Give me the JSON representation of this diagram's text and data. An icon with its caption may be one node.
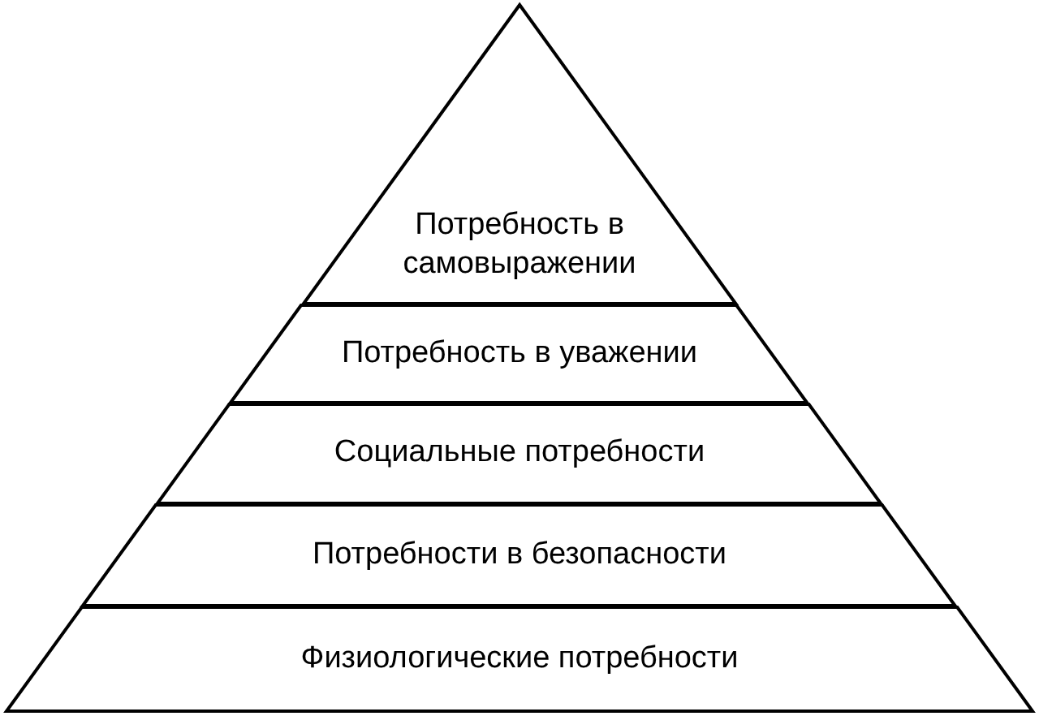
{
  "diagram": {
    "nodes": [
      {
        "text": [
          "Потребность в самовыражении"
        ]
      },
      {
        "text": [
          "Потребность в уважении"
        ]
      },
      {
        "text": [
          "Социальные потребности"
        ]
      },
      {
        "text": [
          "Потребности в безопасности"
        ]
      },
      {
        "text": [
          "Физиологические потребности"
        ]
      }
    ]
  }
}
